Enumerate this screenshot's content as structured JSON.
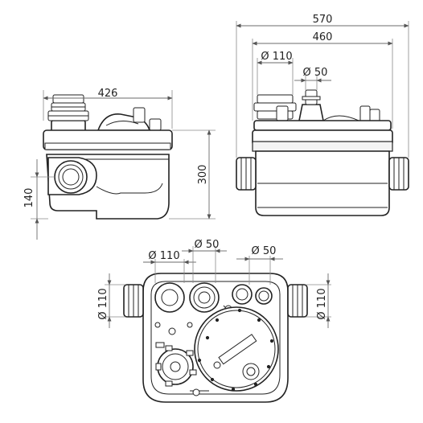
{
  "dimensions": {
    "overall_width": "570",
    "inner_width": "460",
    "top_dia_large": "Ø 110",
    "top_dia_small": "Ø 50",
    "side_width": "426",
    "height": "300",
    "inlet_height": "140",
    "plan_dia_110": "Ø 110",
    "plan_dia_50_a": "Ø 50",
    "plan_dia_50_b": "Ø 50",
    "plan_left_inlet": "Ø 110",
    "plan_right_inlet": "Ø 110"
  }
}
